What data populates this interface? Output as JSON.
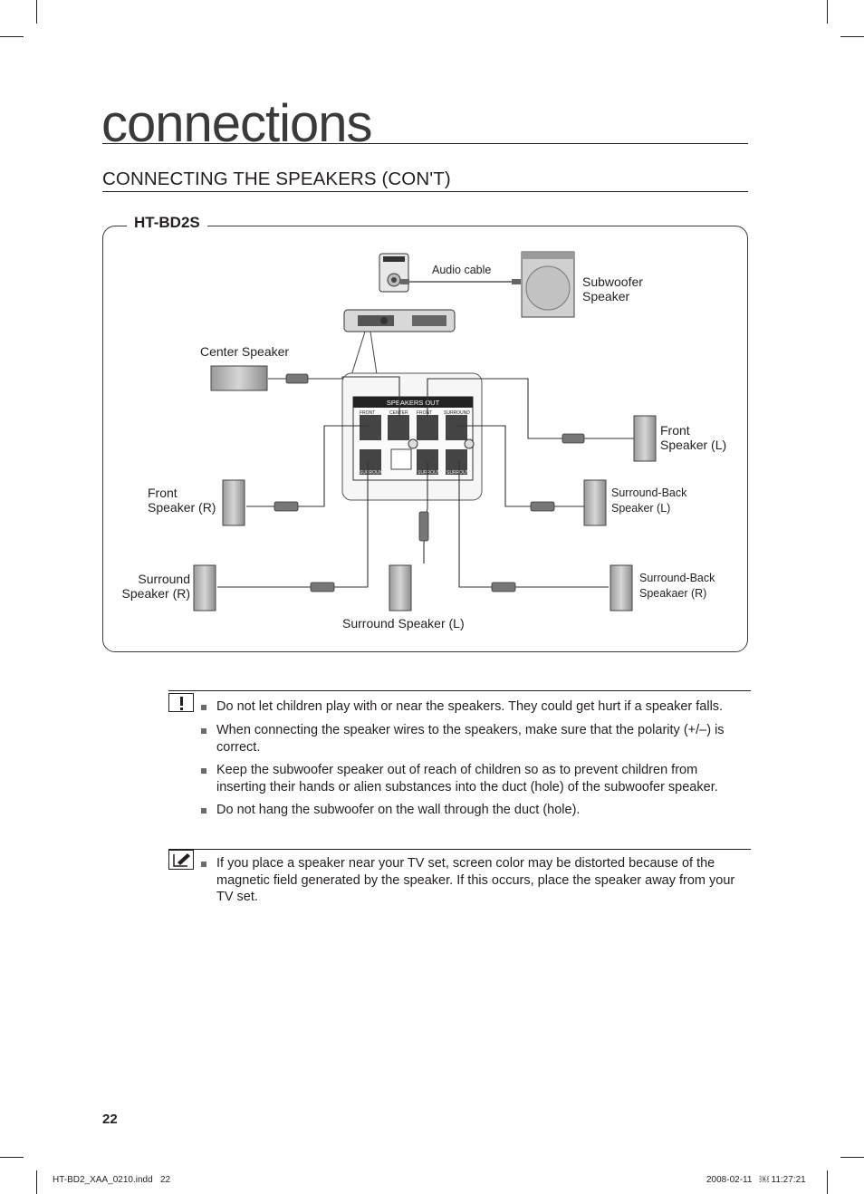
{
  "page": {
    "chapter_title": "connections",
    "section_title": "CONNECTING THE SPEAKERS (CON'T)",
    "page_number": "22"
  },
  "diagram": {
    "model": "HT-BD2S",
    "audio_cable": "Audio cable",
    "subwoofer_line1": "Subwoofer",
    "subwoofer_line2": "Speaker",
    "center_speaker": "Center Speaker",
    "front_l_line1": "Front",
    "front_l_line2": "Speaker (L)",
    "front_r_line1": "Front",
    "front_r_line2": "Speaker (R)",
    "sb_l_line1": "Surround-Back",
    "sb_l_line2": "Speaker (L)",
    "surround_r_line1": "Surround",
    "surround_r_line2": "Speaker (R)",
    "sb_r_line1": "Surround-Back",
    "sb_r_line2": "Speakaer (R)",
    "surround_l": "Surround Speaker (L)",
    "panel_title": "SPEAKERS OUT",
    "panel_front_r": "FRONT",
    "panel_center": "CENTER",
    "panel_front_l": "FRONT",
    "panel_surround_l": "SURROUND",
    "panel_surround_r": "SURROUND",
    "panel_surround_l2": "SURROUND",
    "panel_surround_r2": "SURROUND"
  },
  "caution": {
    "icon": "exclamation-icon",
    "items": [
      "Do not let children play with or near the speakers. They could get hurt if a speaker falls.",
      "When connecting the speaker wires to the speakers, make sure that the polarity (+/–) is correct.",
      "Keep the subwoofer speaker out of reach of children so as to prevent children from inserting their hands or alien substances into the duct (hole) of the subwoofer speaker.",
      "Do not hang the subwoofer on the wall through the duct (hole)."
    ]
  },
  "note": {
    "icon": "note-pencil-icon",
    "items": [
      "If you place a speaker near your TV set, screen color may be distorted because of the magnetic field generated by the speaker. If this occurs, place the speaker away from your TV set."
    ]
  },
  "footer": {
    "file": "HT-BD2_XAA_0210.indd   22",
    "date": "2008-02-11   ￼ 11:27:21"
  }
}
